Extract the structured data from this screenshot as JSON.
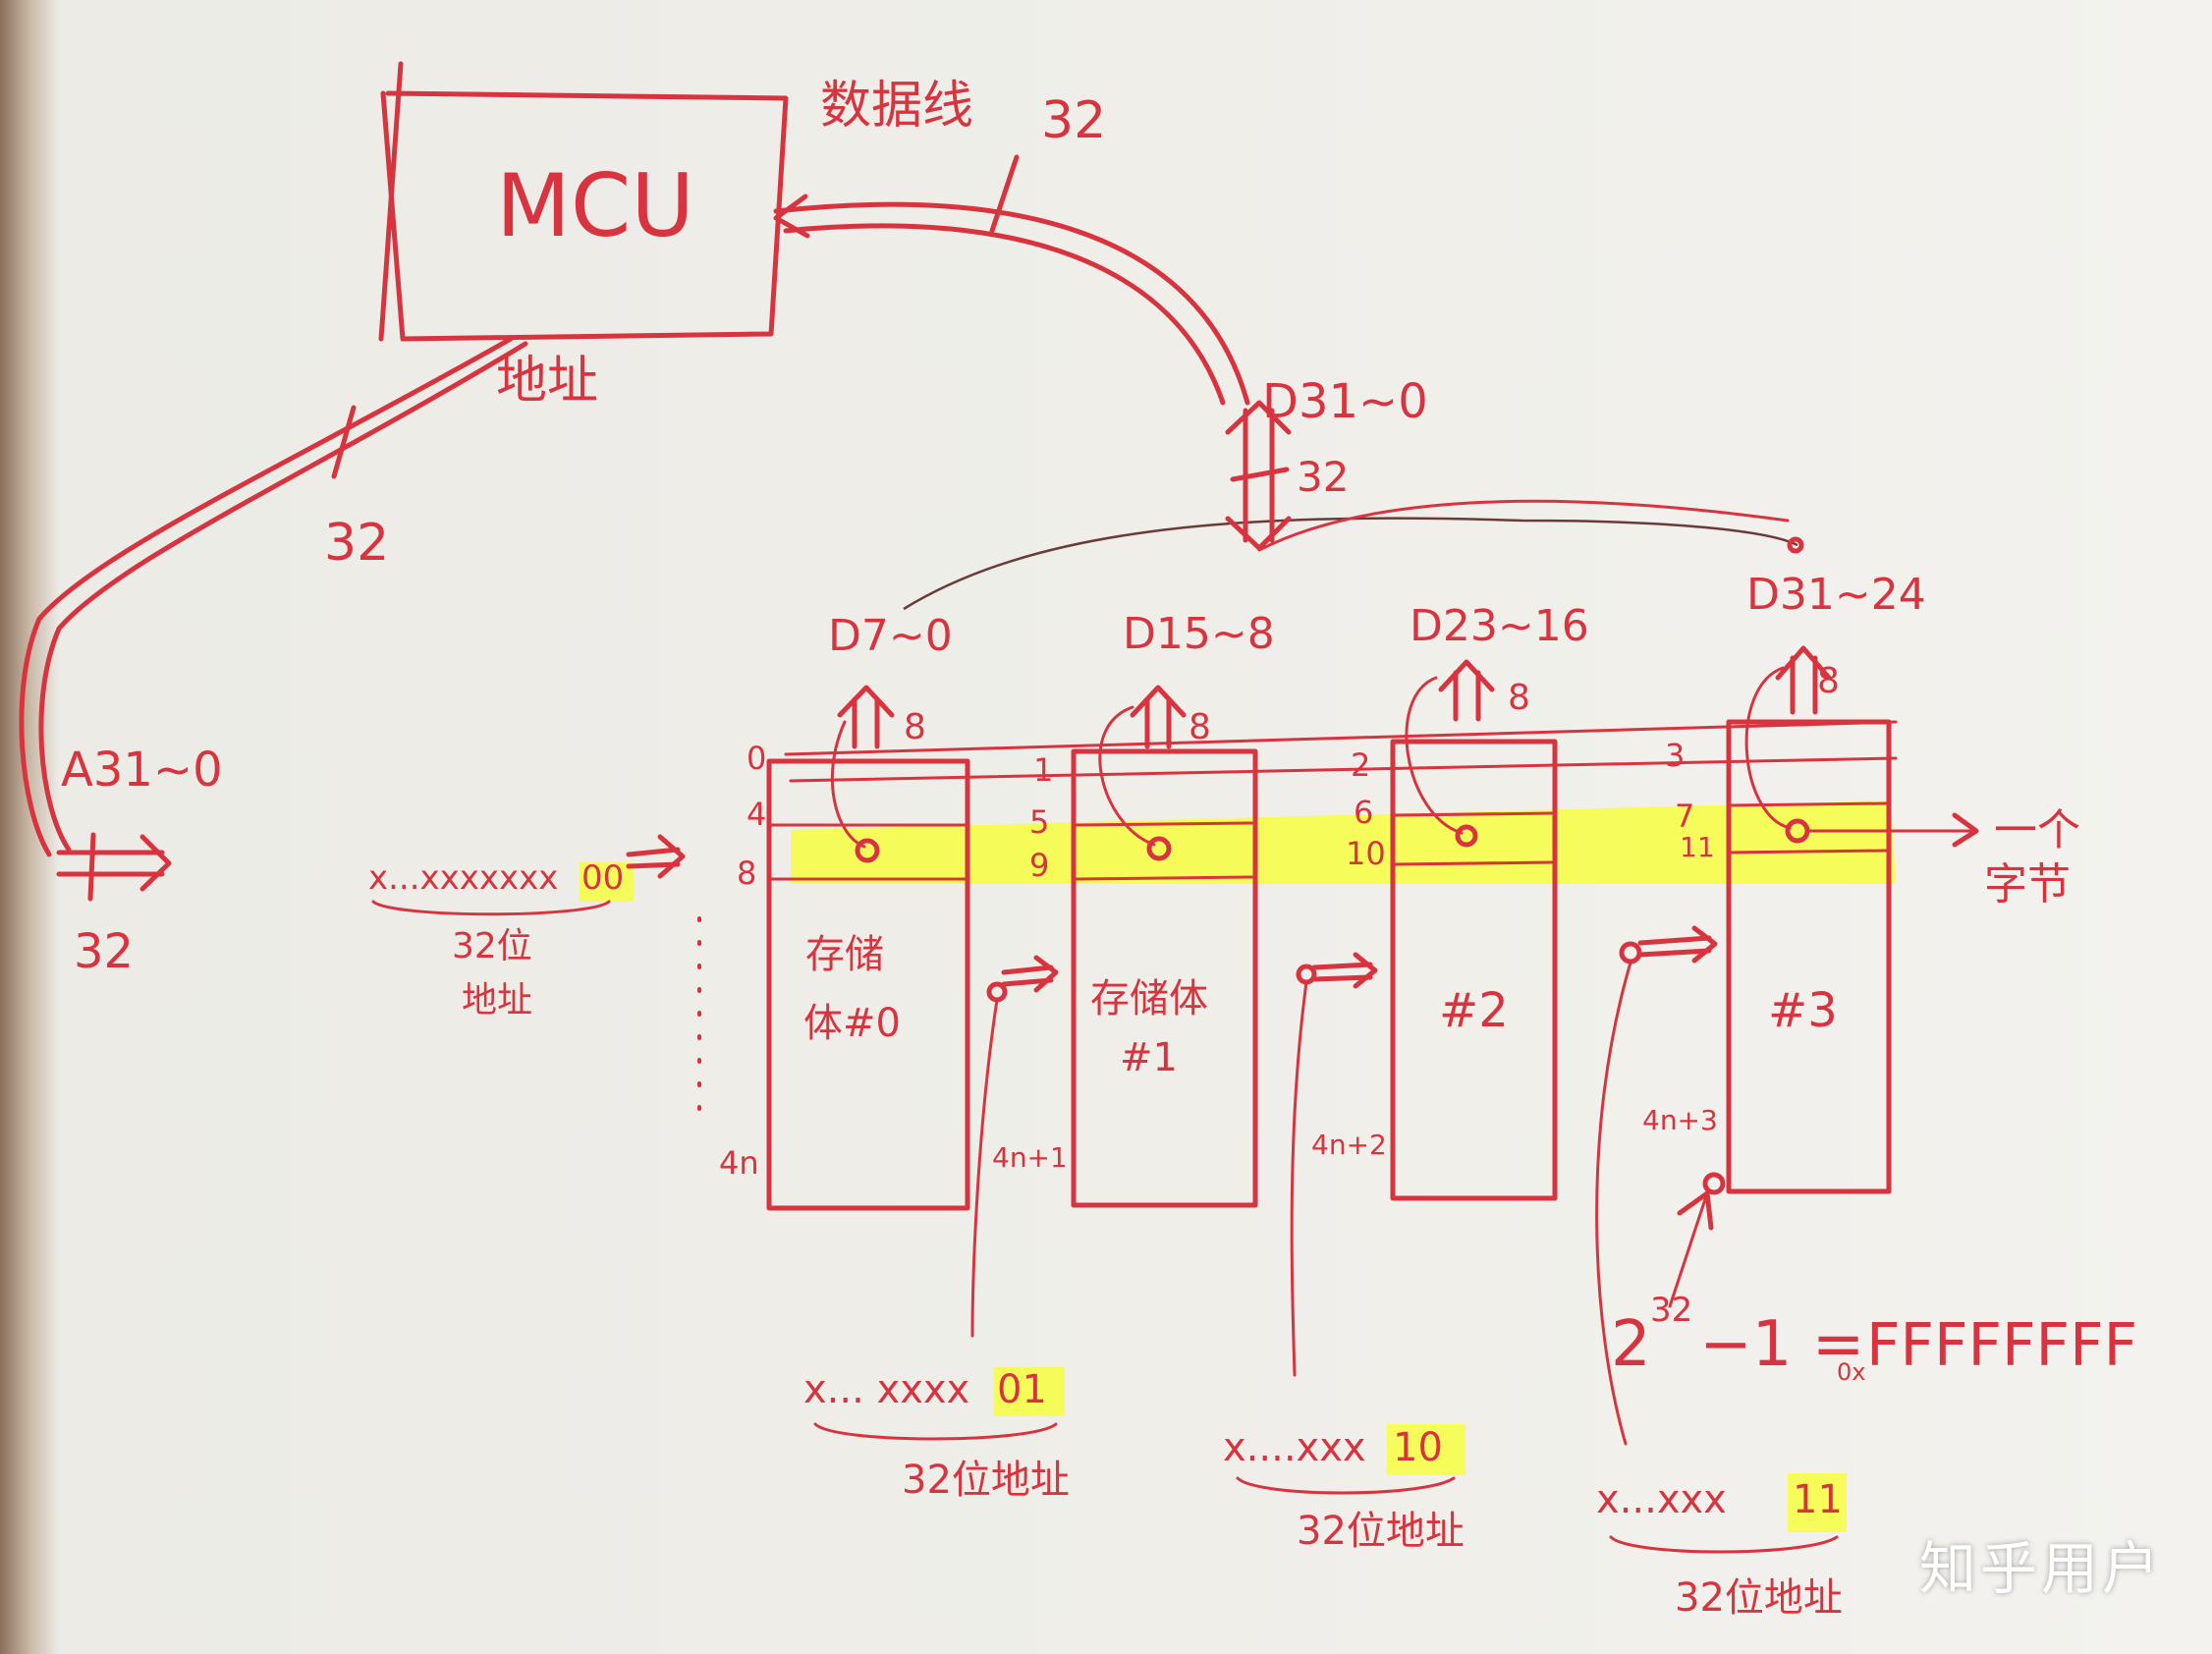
{
  "mcu": {
    "label": "MCU"
  },
  "bus": {
    "data_bus_label": "数据线",
    "data_width": "32",
    "data_signal": "D31~0",
    "data_signal_width": "32",
    "address_label": "地址",
    "address_width": "32",
    "address_signal": "A31~0",
    "address_signal_width": "32"
  },
  "address_input": {
    "prefix": "x...xxxxxxx",
    "suffix": "00",
    "caption_line1": "32位",
    "caption_line2": "地址"
  },
  "row_addresses": [
    "0",
    "4",
    "8",
    "4n"
  ],
  "banks": [
    {
      "signal": "D7~0",
      "width": "8",
      "name_line1": "存储",
      "name_line2": "体#0",
      "addrs": [
        "1",
        "5",
        "9"
      ],
      "tail": "4n+1",
      "select_prefix": "x...  xxxx",
      "select_suffix": "01",
      "select_caption": "32位地址"
    },
    {
      "signal": "D15~8",
      "width": "8",
      "name_line1": "存储体",
      "name_line2": "#1",
      "addrs": [
        "2",
        "6",
        "10"
      ],
      "tail": "4n+2",
      "select_prefix": "x....xxx",
      "select_suffix": "10",
      "select_caption": "32位地址"
    },
    {
      "signal": "D23~16",
      "width": "8",
      "name_line1": "#2",
      "name_line2": "",
      "addrs": [
        "3",
        "7",
        "11"
      ],
      "tail": "4n+3",
      "select_prefix": "x...xxx",
      "select_suffix": "11",
      "select_caption": "32位地址"
    },
    {
      "signal": "D31~24",
      "width": "8",
      "name_line1": "#3",
      "name_line2": "",
      "addrs": [],
      "tail": "",
      "select_prefix": "",
      "select_suffix": "",
      "select_caption": ""
    }
  ],
  "byte_label": {
    "line1": "一个",
    "line2": "字节"
  },
  "max_address": {
    "base": "2",
    "exp": "32",
    "rest": "−1 =",
    "hex_prefix": "0x",
    "hex": "FFFFFFFF"
  },
  "watermark": "知乎用户",
  "colors": {
    "ink": "#d8343f",
    "highlight": "#f6ff3a"
  }
}
